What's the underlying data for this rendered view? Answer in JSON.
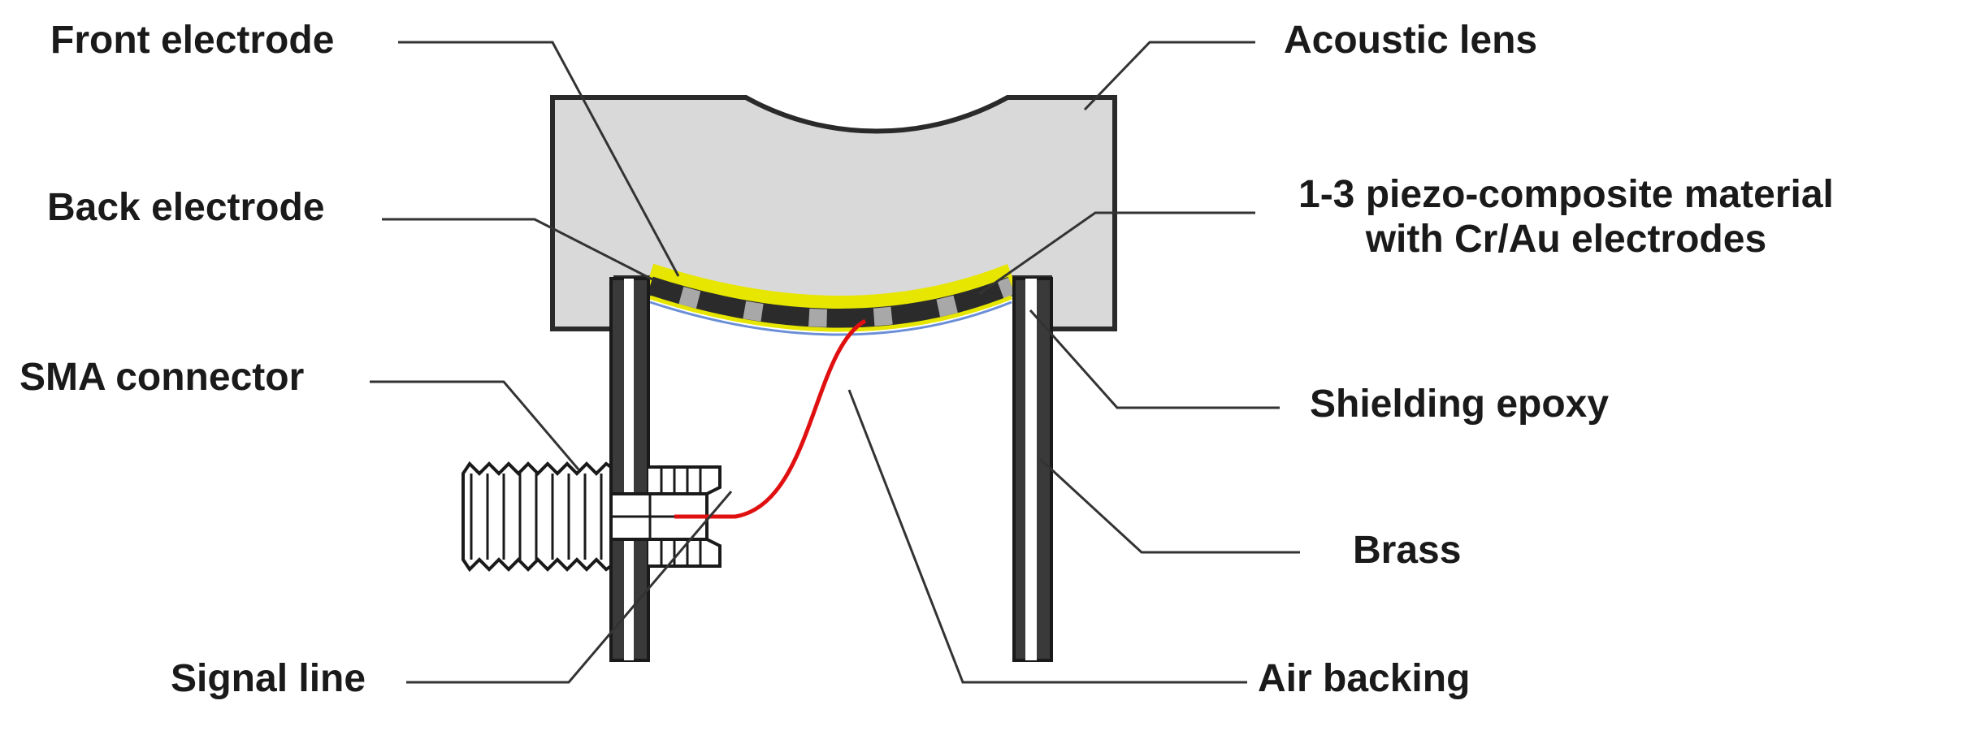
{
  "labels": {
    "front_electrode": "Front electrode",
    "back_electrode": "Back electrode",
    "sma_connector": "SMA connector",
    "signal_line": "Signal line",
    "acoustic_lens": "Acoustic lens",
    "piezo_line1": "1-3 piezo-composite material",
    "piezo_line2": "with Cr/Au electrodes",
    "shielding_epoxy": "Shielding epoxy",
    "brass": "Brass",
    "air_backing": "Air backing"
  },
  "colors": {
    "lens_fill": "#d9d9d9",
    "outline": "#2a2a2a",
    "electrode": "#e6e600",
    "signal_wire": "#e01010",
    "leader_line": "#333333"
  }
}
